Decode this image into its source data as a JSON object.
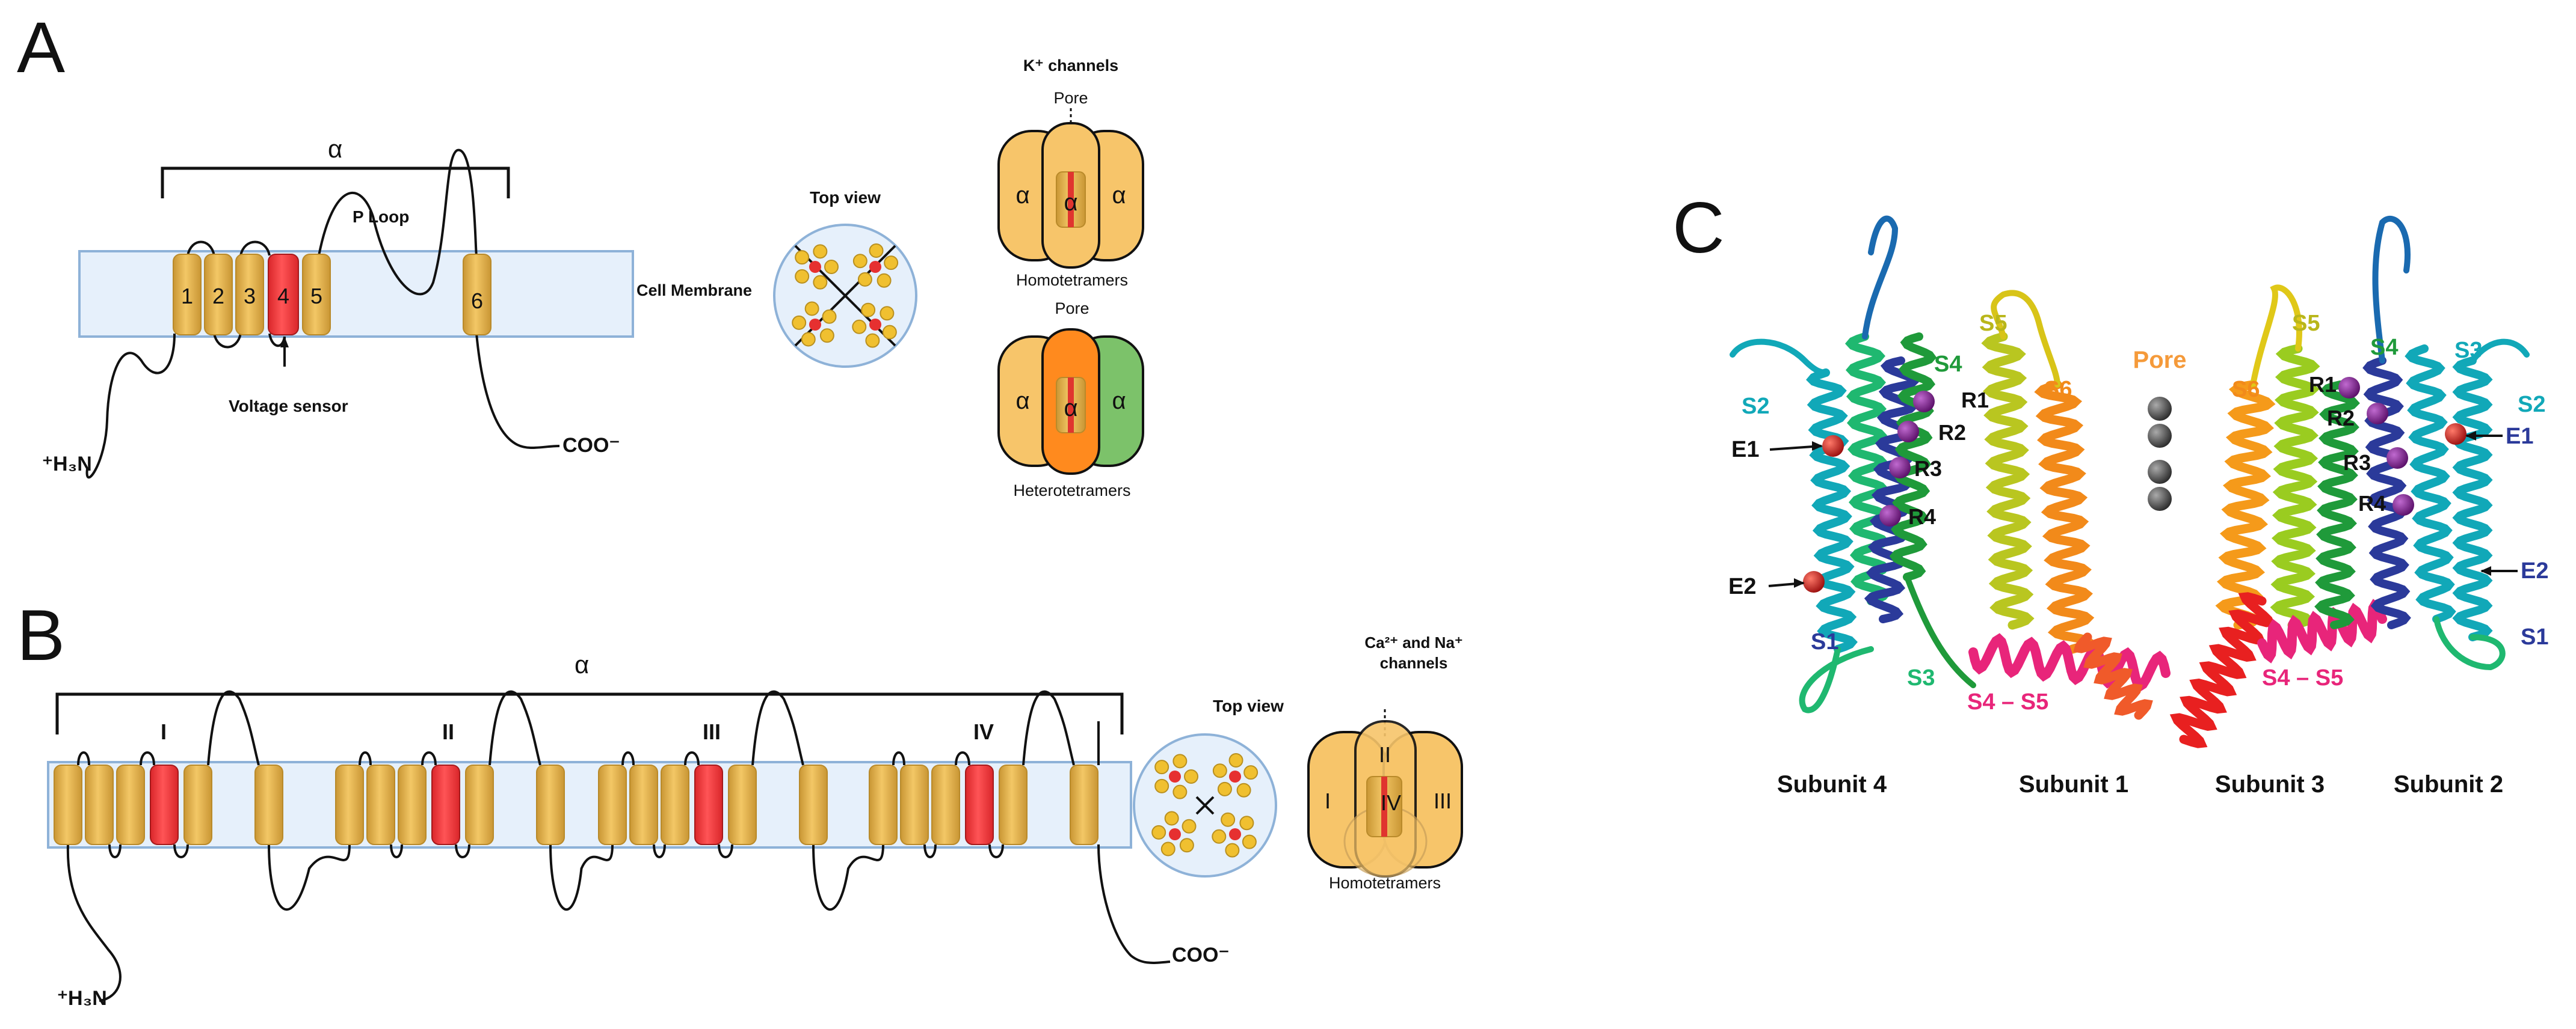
{
  "colors": {
    "helix": "#e8b64c",
    "helix_edge": "#b98a2a",
    "sensor": "#f2383a",
    "membrane": "#e6f0fb",
    "membrane_edge": "#8eb2d8",
    "subunit": "#f7c56a",
    "subunit_orange": "#ff8a1e",
    "subunit_green": "#7cc26a",
    "dot": "#f0c030",
    "dot_center": "#e63030",
    "sphere_purple": "#7a1c8a",
    "sphere_red": "#c81a1a",
    "sphere_grey": "#555555",
    "label_s1": "#2b3a9a",
    "label_s2": "#11a8b8",
    "label_s3": "#1fb870",
    "label_s4": "#1f9a3a",
    "label_s5": "#b9b61a",
    "label_s6": "#f28a1a",
    "label_pore": "#f59a3a",
    "label_s4s5": "#e8257a"
  },
  "panelA": {
    "label": "A",
    "alpha": "α",
    "helices": [
      "1",
      "2",
      "3",
      "4",
      "5",
      "6"
    ],
    "p_loop": "P Loop",
    "cell_membrane": "Cell Membrane",
    "voltage_sensor": "Voltage sensor",
    "n_term": "⁺H₃N",
    "c_term": "COO⁻",
    "top_view": "Top view",
    "k_channels": "K⁺ channels",
    "pore": "Pore",
    "homotetramers": "Homotetramers",
    "heterotetramers": "Heterotetramers",
    "alpha_small": "α"
  },
  "panelB": {
    "label": "B",
    "alpha": "α",
    "domains": [
      "I",
      "II",
      "III",
      "IV"
    ],
    "n_term": "⁺H₃N",
    "c_term": "COO⁻",
    "top_view": "Top view",
    "ca_na_line1": "Ca²⁺ and Na⁺",
    "ca_na_line2": "channels",
    "tetramer_labels": [
      "I",
      "II",
      "III",
      "IV"
    ],
    "homotetramers": "Homotetramers"
  },
  "panelC": {
    "label": "C",
    "pore": "Pore",
    "left": {
      "s1": "S1",
      "s2": "S2",
      "s3": "S3",
      "s4": "S4",
      "e1": "E1",
      "e2": "E2",
      "r": [
        "R1",
        "R2",
        "R3",
        "R4"
      ]
    },
    "center_left": {
      "s5": "S5",
      "s6": "S6",
      "s4s5": "S4 – S5"
    },
    "center_right": {
      "s5": "S5",
      "s6": "S6",
      "s4s5": "S4 – S5"
    },
    "right": {
      "s1": "S1",
      "s2": "S2",
      "s3": "S3",
      "s4": "S4",
      "e1": "E1",
      "e2": "E2",
      "r": [
        "R1",
        "R2",
        "R3",
        "R4"
      ]
    },
    "subunits": [
      "Subunit 4",
      "Subunit 1",
      "Subunit 3",
      "Subunit 2"
    ]
  }
}
